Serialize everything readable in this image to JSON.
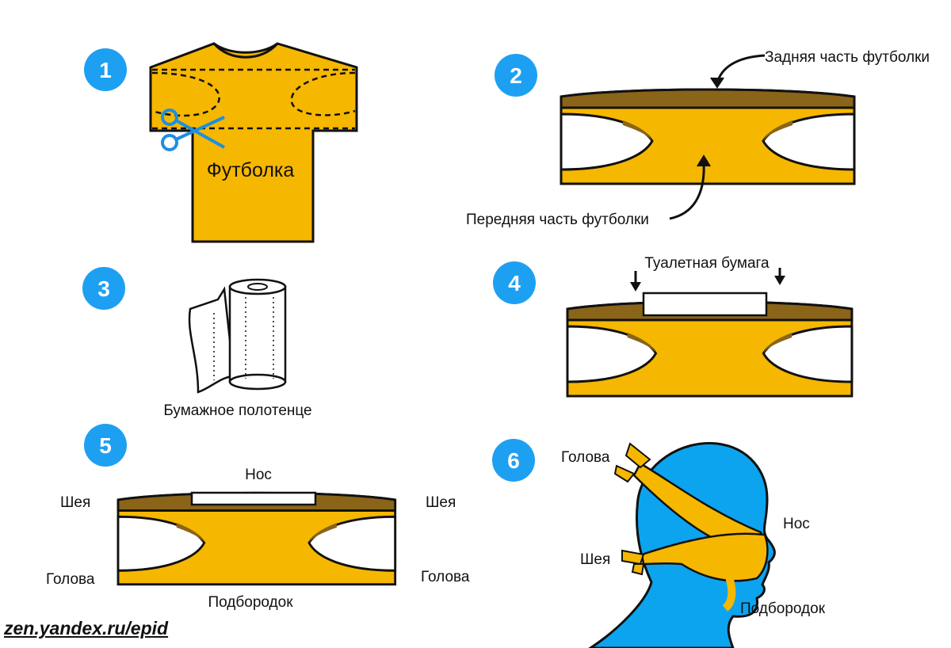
{
  "colors": {
    "shirt": "#f6b700",
    "shirt_shadow": "#8a6418",
    "outline": "#111111",
    "badge": "#1ea0f2",
    "head": "#0ca4ef",
    "paper": "#ffffff",
    "scissors": "#1d8fe0"
  },
  "steps": [
    {
      "number": "1",
      "label": "Футболка"
    },
    {
      "number": "2",
      "label_top": "Задняя часть футболки",
      "label_bottom": "Передняя часть футболки"
    },
    {
      "number": "3",
      "label": "Бумажное полотенце"
    },
    {
      "number": "4",
      "label": "Туалетная бумага"
    },
    {
      "number": "5",
      "label_nose": "Нос",
      "label_neck_left": "Шея",
      "label_neck_right": "Шея",
      "label_head_left": "Голова",
      "label_head_right": "Голова",
      "label_chin": "Подбородок"
    },
    {
      "number": "6",
      "label_head": "Голова",
      "label_nose": "Нос",
      "label_neck": "Шея",
      "label_chin": "Подбородок"
    }
  ],
  "icons": {
    "step1": "scissors-icon",
    "step3": "paper-towel-roll-icon",
    "arrows": "curved-arrow-icon"
  },
  "watermark": "zen.yandex.ru/epid"
}
